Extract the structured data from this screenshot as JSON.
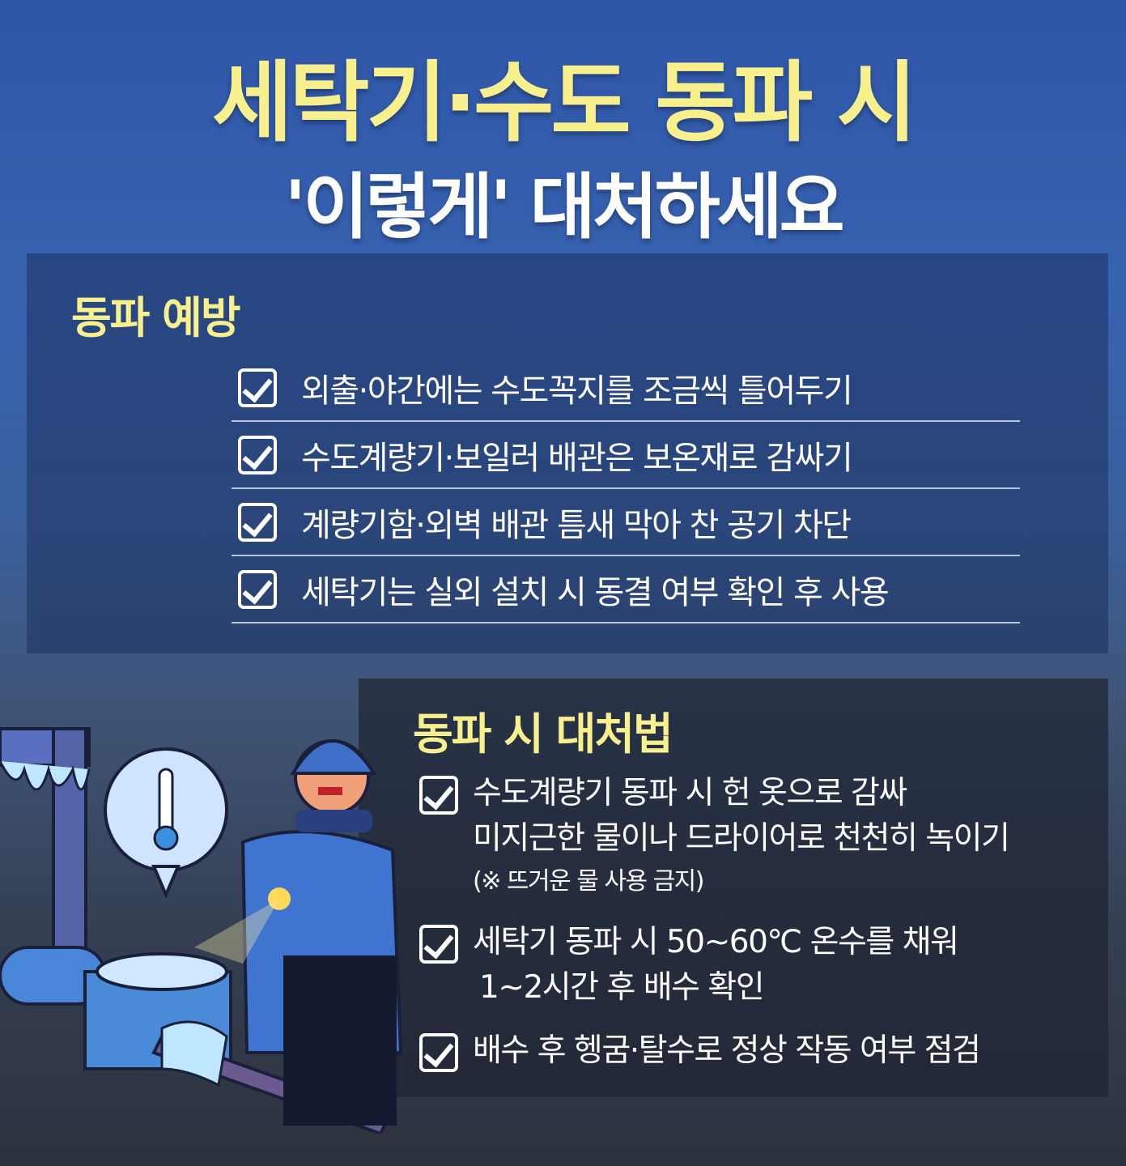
{
  "title": {
    "line1": "세탁기·수도 동파 시",
    "line2": "'이렇게' 대처하세요"
  },
  "prevention": {
    "heading": "동파 예방",
    "items": [
      "외출·야간에는 수도꼭지를 조금씩 틀어두기",
      "수도계량기·보일러 배관은 보온재로 감싸기",
      "계량기함·외벽 배관 틈새 막아 찬 공기 차단",
      "세탁기는 실외 설치 시 동결 여부 확인 후 사용"
    ]
  },
  "response": {
    "heading": "동파 시 대처법",
    "items": [
      {
        "line1": "수도계량기 동파 시 헌 옷으로 감싸",
        "line2": "미지근한 물이나 드라이어로 천천히 녹이기",
        "note": "(※ 뜨거운 물 사용 금지)"
      },
      {
        "line1": "세탁기 동파 시 50~60℃ 온수를 채워",
        "line2": "1~2시간 후 배수 확인"
      },
      {
        "line1": "배수 후 헹굼·탈수로 정상 작동 여부 점검"
      }
    ]
  }
}
